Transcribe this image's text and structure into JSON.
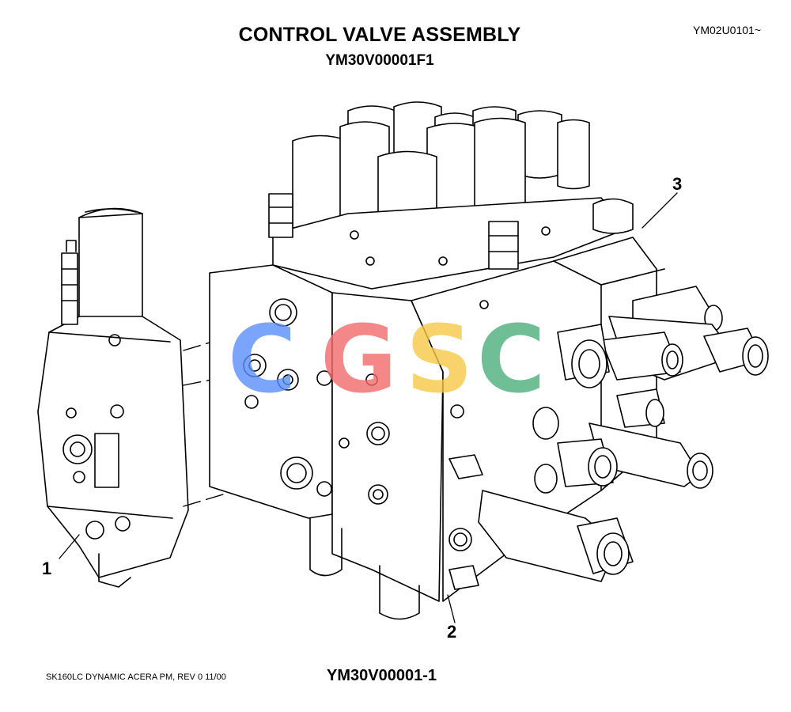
{
  "header": {
    "title": "CONTROL VALVE ASSEMBLY",
    "subtitle": "YM30V00001F1",
    "ref_code": "YM02U0101~"
  },
  "callouts": [
    "1",
    "2",
    "3"
  ],
  "footer": {
    "left": "SK160LC DYNAMIC ACERA PM,  REV 0 11/00",
    "center": "YM30V00001-1"
  },
  "watermark": {
    "text": "CGSC",
    "colors": [
      "#5b8ff9",
      "#f26b6b",
      "#f7c948",
      "#4cae7c"
    ]
  }
}
